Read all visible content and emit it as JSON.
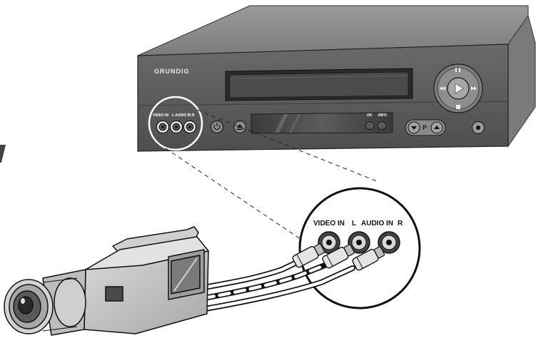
{
  "vcr": {
    "brand": "GRUNDIG",
    "front_labels": {
      "video_in": "VIDEO IN",
      "audio_in": "L  AUDIO IN  R",
      "ok": "OK",
      "info": "INFO"
    },
    "program_button": "P",
    "color_body": "#6e6e6e",
    "color_top": "#8a8a8a"
  },
  "zoom": {
    "video_in": "VIDEO IN",
    "audio_l": "L",
    "audio_in": "AUDIO IN",
    "audio_r": "R"
  },
  "icons": [
    "play-icon",
    "pause-icon",
    "stop-icon",
    "rewind-icon",
    "fast-forward-icon",
    "power-icon",
    "eject-icon",
    "arrow-down-icon",
    "arrow-up-icon",
    "record-icon"
  ]
}
